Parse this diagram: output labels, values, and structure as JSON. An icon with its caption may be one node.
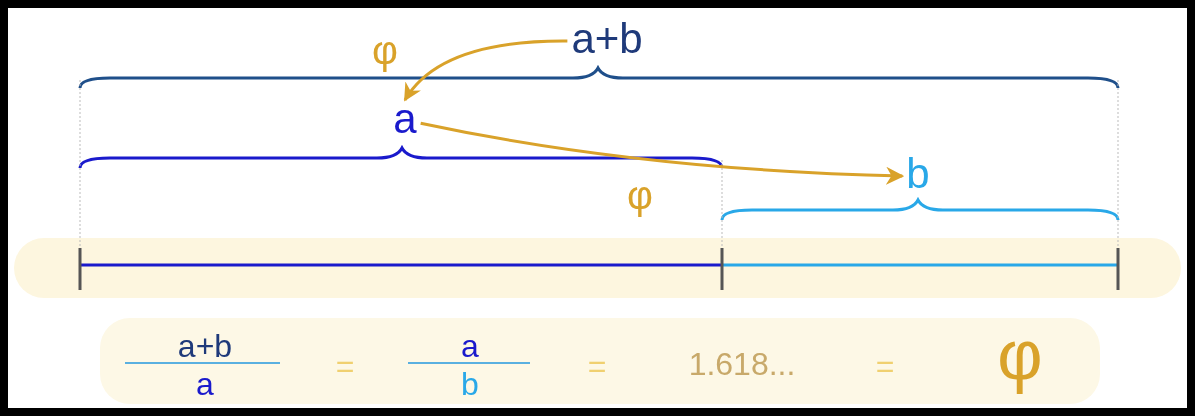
{
  "diagram": {
    "nodes": [
      {
        "text": [
          "a+b"
        ]
      },
      {
        "text": [
          "a"
        ]
      },
      {
        "text": [
          "b"
        ]
      }
    ],
    "edges": [
      {
        "from": 0,
        "to": 1,
        "arrow": "to",
        "label": "φ",
        "color": "#d9a22a"
      },
      {
        "from": 1,
        "to": 2,
        "arrow": "to",
        "label": "φ",
        "color": "#d9a22a"
      }
    ],
    "labels": [
      "a+b",
      "a",
      "=",
      "a",
      "b",
      "=",
      "1.618...",
      "=",
      "φ"
    ]
  }
}
